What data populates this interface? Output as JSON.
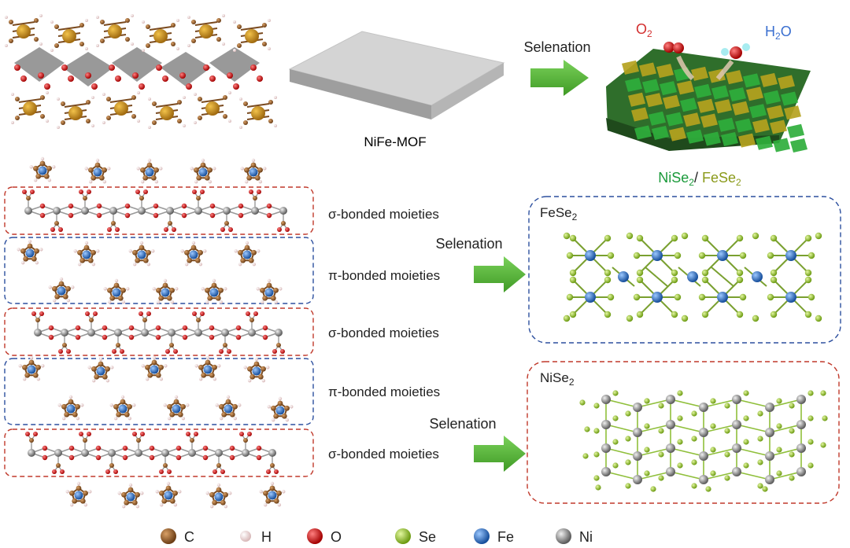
{
  "top": {
    "mof_label": "NiFe-MOF",
    "selenation_label": "Selenation",
    "o2_label": "O",
    "o2_sub": "2",
    "h2o_label_pre": "H",
    "h2o_sub": "2",
    "h2o_label_post": "O",
    "product_ni": "NiSe",
    "product_ni_sub": "2",
    "product_sep": "/ ",
    "product_fe": "FeSe",
    "product_fe_sub": "2"
  },
  "moieties": [
    {
      "label": "σ-bonded moieties"
    },
    {
      "label": "π-bonded moieties"
    },
    {
      "label": "σ-bonded moieties"
    },
    {
      "label": "π-bonded moieties"
    },
    {
      "label": "σ-bonded moieties"
    }
  ],
  "selenation_arrows": [
    {
      "label": "Selenation"
    },
    {
      "label": "Selenation"
    }
  ],
  "products": {
    "fese2_label": "FeSe",
    "fese2_sub": "2",
    "nise2_label": "NiSe",
    "nise2_sub": "2"
  },
  "legend": [
    {
      "symbol": "C",
      "color": "#8b5a2b"
    },
    {
      "symbol": "H",
      "color": "#f7e3e3"
    },
    {
      "symbol": "O",
      "color": "#e02020"
    },
    {
      "symbol": "Se",
      "color": "#9acd32"
    },
    {
      "symbol": "Fe",
      "color": "#2e74c9"
    },
    {
      "symbol": "Ni",
      "color": "#9a9a9a"
    }
  ],
  "colors": {
    "arrow_green": "#5cb83a",
    "sigma_box": "#c0392b",
    "pi_box": "#2c4f9e",
    "fese2_box": "#2c4f9e",
    "nise2_box": "#c0392b",
    "ni_text": "#1a9a3a",
    "fe_text": "#8a9a1a",
    "o2_text": "#d32f2f",
    "h2o_text": "#3a6fd0"
  }
}
